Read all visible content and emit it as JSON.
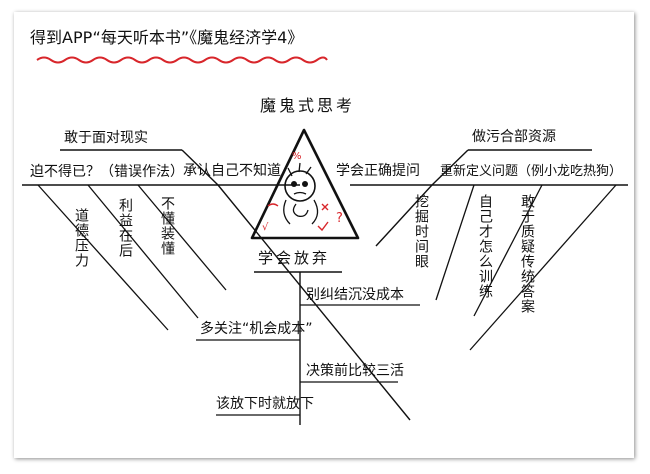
{
  "header": {
    "title": "得到APP“每天听本书”《魔鬼经济学4》"
  },
  "center": {
    "title": "魔鬼式思考",
    "top_left": "承认自己不知道",
    "top_right": "学会正确提问",
    "bottom": "学会放弃"
  },
  "left_branch": {
    "line1": "敢于面对现实",
    "line2": "迫不得已？（错误作法）",
    "sub1": "道德压力",
    "sub2": "利益在后",
    "sub3": "不懂装懂"
  },
  "right_branch": {
    "line1": "做污合部资源",
    "line2": "重新定义问题（例小龙吃热狗）",
    "sub1": "挖掘时间眼",
    "sub2": "自己才怎么训练",
    "sub3": "敢于质疑传统答案"
  },
  "bottom_branch": {
    "item1": "别纠结沉没成本",
    "item2": "多关注“机会成本”",
    "item3": "决策前比较三活",
    "item4": "该放下时就放下"
  },
  "colors": {
    "ink": "#111111",
    "accent": "#d8262b"
  }
}
